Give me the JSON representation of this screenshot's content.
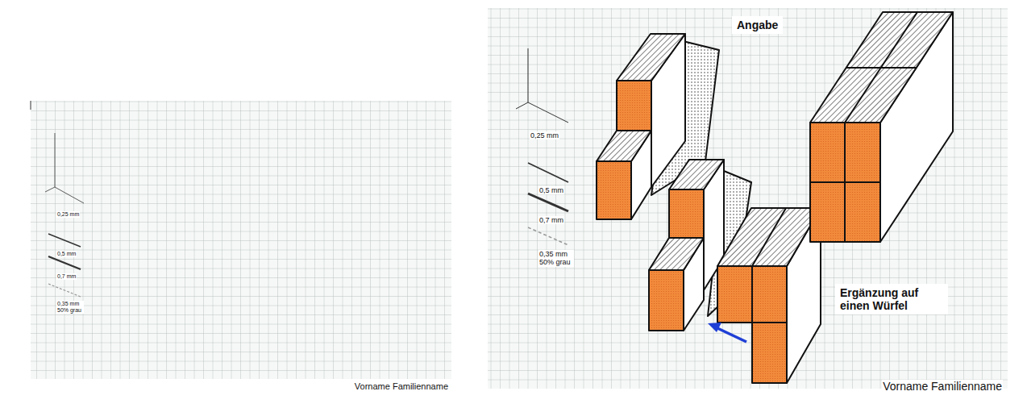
{
  "diagram": {
    "labels": [
      "Angabe",
      "Ergänzung auf einen Würfel",
      "Vorname Familienname",
      "Vorname Familienname"
    ],
    "legend": [
      {
        "text": "0,25 mm"
      },
      {
        "text": "0,5 mm"
      },
      {
        "text": "0,7 mm"
      },
      {
        "text": "0,35 mm 50% grau"
      },
      {
        "text": "0,25 mm"
      },
      {
        "text": "0,5 mm"
      },
      {
        "text": "0,7 mm"
      },
      {
        "text": "0,35 mm 50% grau"
      }
    ]
  }
}
